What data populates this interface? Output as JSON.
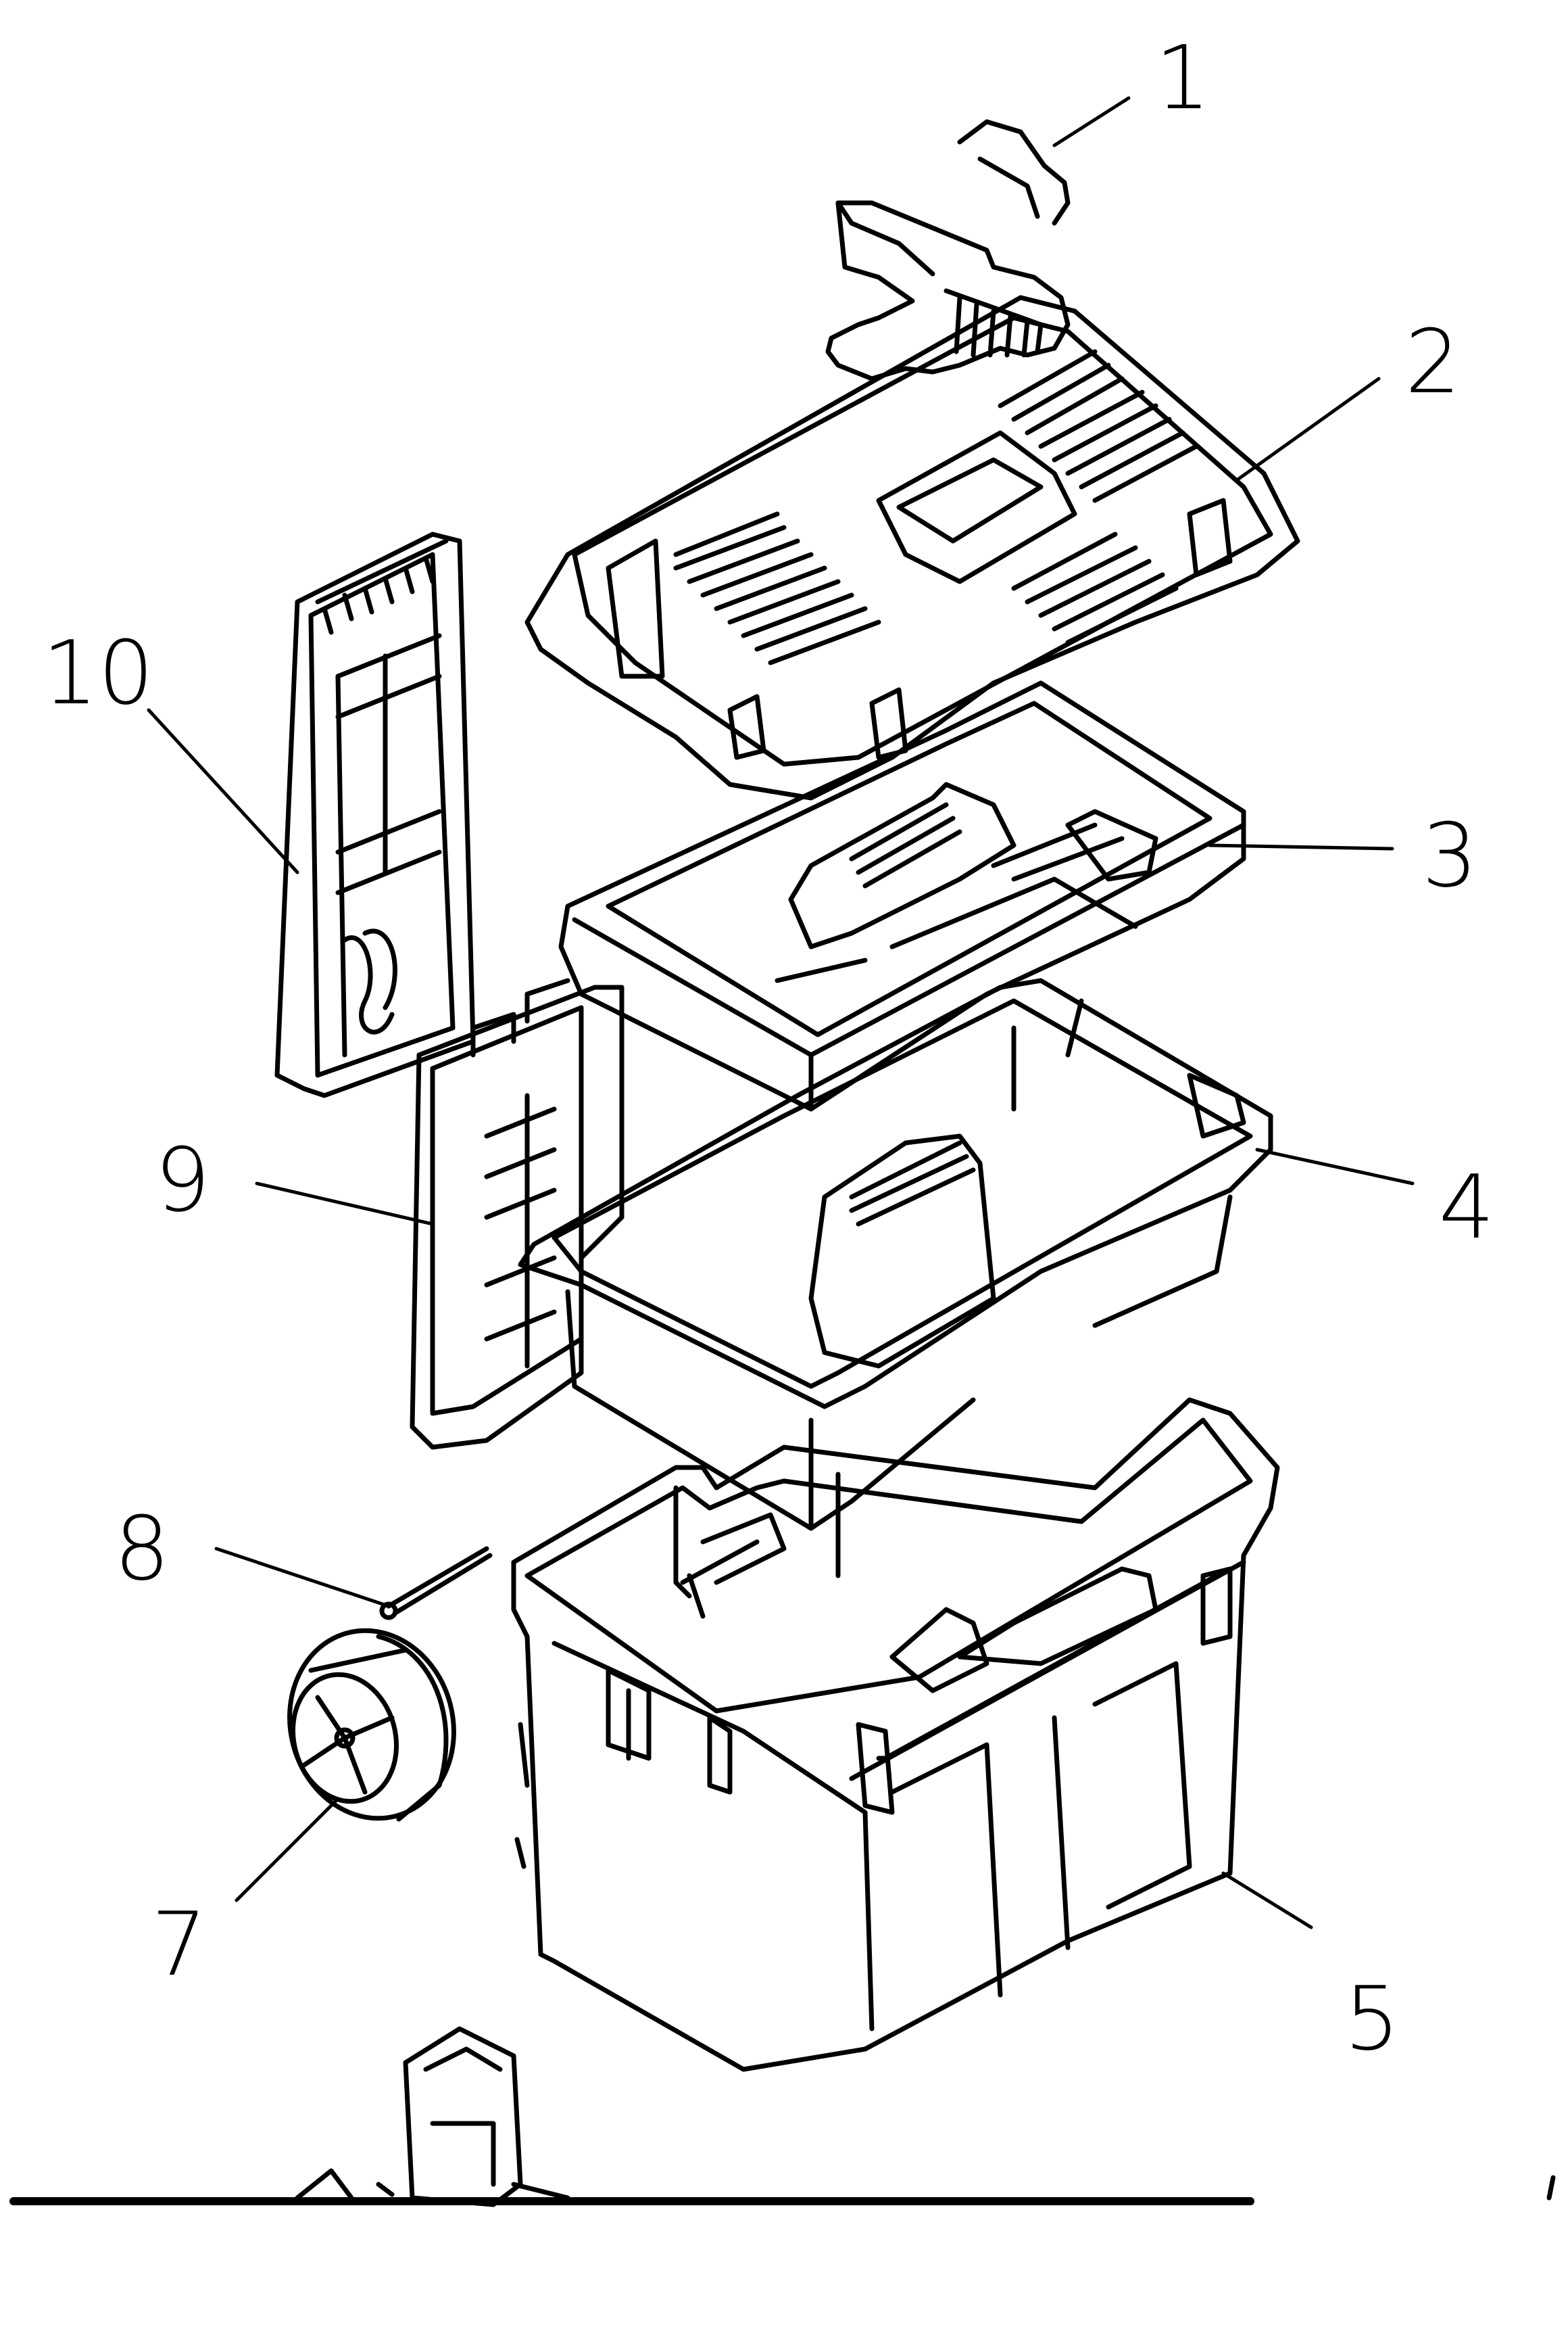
{
  "diagram": {
    "style": "exploded-view line drawing",
    "line_color": "#000000",
    "background_color": "#ffffff",
    "callouts": [
      {
        "id": "callout-1",
        "label": "1"
      },
      {
        "id": "callout-2",
        "label": "2"
      },
      {
        "id": "callout-3",
        "label": "3"
      },
      {
        "id": "callout-4",
        "label": "4"
      },
      {
        "id": "callout-5",
        "label": "5"
      },
      {
        "id": "callout-7",
        "label": "7"
      },
      {
        "id": "callout-8",
        "label": "8"
      },
      {
        "id": "callout-9",
        "label": "9"
      },
      {
        "id": "callout-10",
        "label": "10"
      }
    ]
  }
}
